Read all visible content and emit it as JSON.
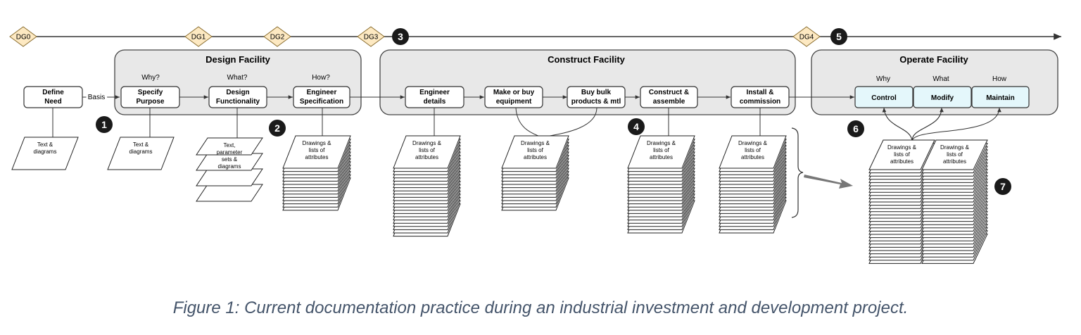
{
  "gates": [
    "DG0",
    "DG1",
    "DG2",
    "DG3",
    "DG4"
  ],
  "markers": [
    "1",
    "2",
    "3",
    "4",
    "5",
    "6",
    "7"
  ],
  "groups": {
    "design": "Design Facility",
    "construct": "Construct Facility",
    "operate": "Operate Facility"
  },
  "questions": {
    "why_q": "Why?",
    "what_q": "What?",
    "how_q": "How?",
    "why": "Why",
    "what": "What",
    "how": "How"
  },
  "steps": {
    "define_need": [
      "Define",
      "Need"
    ],
    "specify_purpose": [
      "Specify",
      "Purpose"
    ],
    "design_functionality": [
      "Design",
      "Functionality"
    ],
    "engineer_specification": [
      "Engineer",
      "Specification"
    ],
    "engineer_details": [
      "Engineer",
      "details"
    ],
    "make_or_buy": [
      "Make or buy",
      "equipment"
    ],
    "buy_bulk": [
      "Buy bulk",
      "products & mtl"
    ],
    "construct_assemble": [
      "Construct &",
      "assemble"
    ],
    "install_commission": [
      "Install &",
      "commission"
    ],
    "control": "Control",
    "modify": "Modify",
    "maintain": "Maintain"
  },
  "edge_label_basis": "Basis",
  "docs": {
    "text_diagrams": [
      "Text &",
      "diagrams"
    ],
    "text_params": [
      "Text,",
      "parameter",
      "sets &",
      "diagrams"
    ],
    "drawings": [
      "Drawings &",
      "lists of",
      "attributes"
    ]
  },
  "caption": "Figure 1: Current documentation practice during an industrial investment and development project."
}
